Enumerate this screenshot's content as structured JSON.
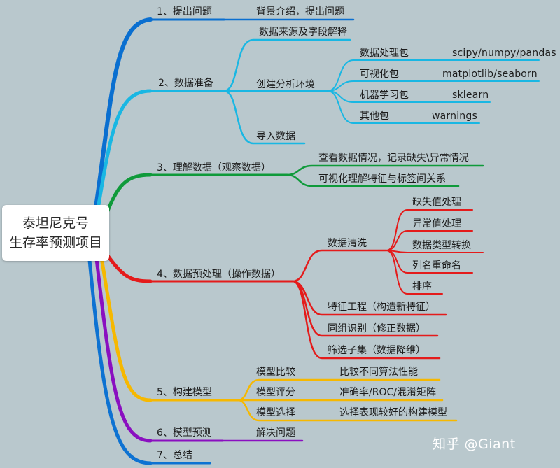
{
  "root": {
    "line1": "泰坦尼克号",
    "line2": "生存率预测项目"
  },
  "colors": {
    "blue": "#0a6fd0",
    "cyan": "#19b7e3",
    "green": "#0f9a3a",
    "red": "#e41b1b",
    "orange": "#f6b800",
    "purple": "#8a0fc0",
    "blue2": "#0d72d2"
  },
  "branches": {
    "b1": {
      "label": "1、提出问题",
      "children": [
        "背景介绍，提出问题"
      ]
    },
    "b2": {
      "label": "2、数据准备",
      "children": [
        "数据来源及字段解释",
        "创建分析环境",
        "导入数据"
      ],
      "env": [
        {
          "label": "数据处理包",
          "value": "scipy/numpy/pandas"
        },
        {
          "label": "可视化包",
          "value": "matplotlib/seaborn"
        },
        {
          "label": "机器学习包",
          "value": "sklearn"
        },
        {
          "label": "其他包",
          "value": "warnings"
        }
      ]
    },
    "b3": {
      "label": "3、理解数据（观察数据）",
      "children": [
        "查看数据情况，记录缺失\\异常情况",
        "可视化理解特征与标签间关系"
      ]
    },
    "b4": {
      "label": "4、数据预处理（操作数据）",
      "children": [
        "数据清洗",
        "特征工程（构造新特征）",
        "同组识别（修正数据）",
        "筛选子集（数据降维）"
      ],
      "clean": [
        "缺失值处理",
        "异常值处理",
        "数据类型转换",
        "列名重命名",
        "排序"
      ]
    },
    "b5": {
      "label": "5、构建模型",
      "children": [
        "模型比较",
        "模型评分",
        "模型选择"
      ],
      "details": [
        "比较不同算法性能",
        "准确率/ROC/混淆矩阵",
        "选择表现较好的构建模型"
      ]
    },
    "b6": {
      "label": "6、模型预测",
      "children": [
        "解决问题"
      ]
    },
    "b7": {
      "label": "7、总结"
    }
  },
  "watermark": "知乎 @Giant"
}
